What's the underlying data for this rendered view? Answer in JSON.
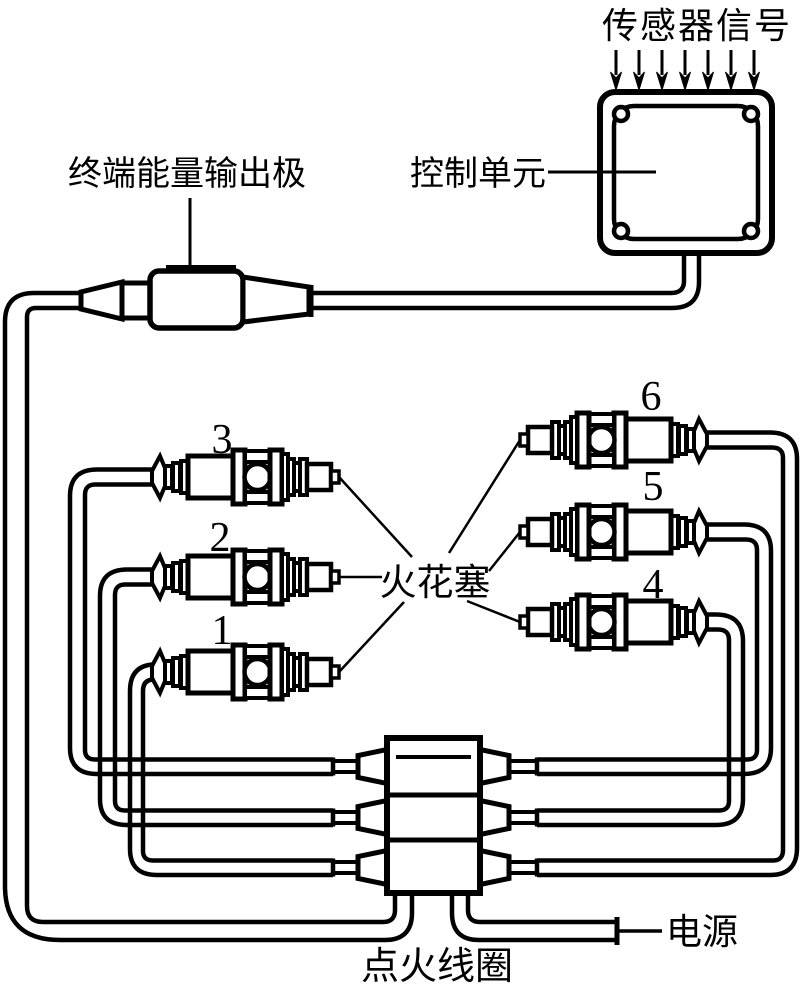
{
  "diagram": {
    "labels": {
      "sensor_signal": "传感器信号",
      "control_unit": "控制单元",
      "terminal_output": "终端能量输出极",
      "spark_plug": "火花塞",
      "ignition_coil": "点火线圈",
      "power": "电源"
    },
    "plug_numbers": [
      "1",
      "2",
      "3",
      "4",
      "5",
      "6"
    ],
    "sensor_arrow_count": 7,
    "colors": {
      "line": "#000000",
      "background": "#ffffff"
    }
  }
}
